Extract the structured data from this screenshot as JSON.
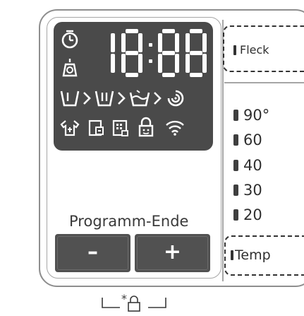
{
  "display": {
    "digits": [
      "18",
      "88"
    ],
    "icons": {
      "row1": [
        "timer-icon",
        "weight-scale-icon"
      ],
      "cycle_row": [
        "prewash-icon",
        "arrow-right-icon",
        "main-wash-icon",
        "arrow-right-icon",
        "rinse-icon",
        "arrow-right-icon",
        "spin-icon"
      ],
      "status_row": [
        "shirt-steam-icon",
        "smart-check-icon",
        "grid-icon",
        "child-lock-icon",
        "wifi-icon"
      ]
    }
  },
  "program_end": {
    "label": "Programm-Ende",
    "minus_label": "–",
    "plus_label": "+"
  },
  "options": {
    "fleck_label": "Fleck",
    "temp_label": "Temp"
  },
  "temperatures": [
    "90°",
    "60",
    "40",
    "30",
    "20"
  ],
  "legend": {
    "lock_hint_text": "*"
  }
}
